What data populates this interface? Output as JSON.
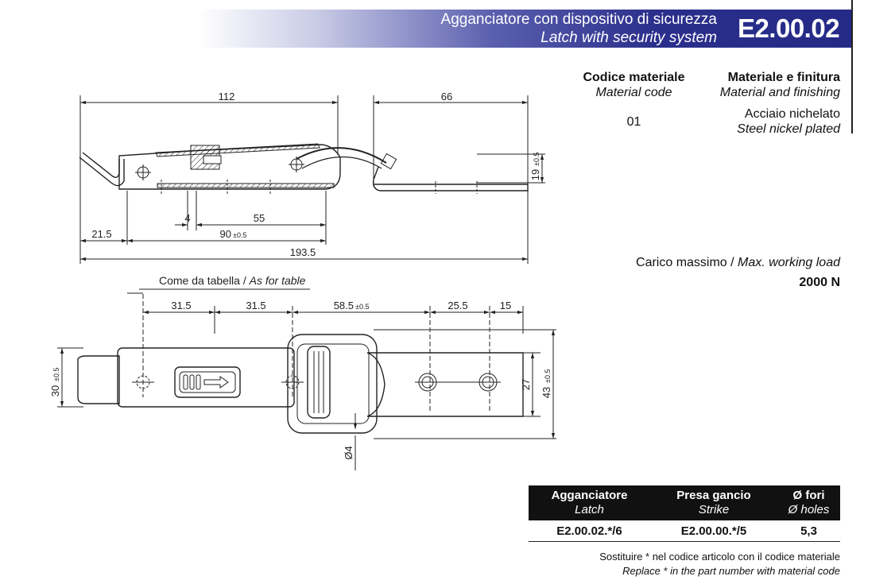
{
  "header": {
    "title_it": "Agganciatore con dispositivo di sicurezza",
    "title_en": "Latch with security system",
    "code": "E2.00.02"
  },
  "material": {
    "code_label_it": "Codice materiale",
    "code_label_en": "Material code",
    "finish_label_it": "Materiale e finitura",
    "finish_label_en": "Material and finishing",
    "code_value": "01",
    "finish_value_it": "Acciaio nichelato",
    "finish_value_en": "Steel nickel plated"
  },
  "load": {
    "label_it": "Carico massimo /",
    "label_en": "Max. working load",
    "value": "2000 N"
  },
  "top_view": {
    "dim_112": "112",
    "dim_66": "66",
    "dim_19": "19",
    "tol_05": "±0.5",
    "dim_4": "4",
    "dim_55": "55",
    "dim_21_5": "21.5",
    "dim_90": "90",
    "dim_193_5": "193.5"
  },
  "front_view": {
    "note_it": "Come da tabella /",
    "note_en": "As for table",
    "dim_31_5_a": "31.5",
    "dim_31_5_b": "31.5",
    "dim_58_5": "58.5",
    "dim_25_5": "25.5",
    "dim_15": "15",
    "dim_30": "30",
    "dim_27": "27",
    "dim_43": "43",
    "dim_d4": "Ø4"
  },
  "table": {
    "headers": [
      {
        "it": "Agganciatore",
        "en": "Latch"
      },
      {
        "it": "Presa gancio",
        "en": "Strike"
      },
      {
        "it": "Ø fori",
        "en": "Ø holes"
      }
    ],
    "row": [
      "E2.00.02.*/6",
      "E2.00.00.*/5",
      "5,3"
    ]
  },
  "footnote": {
    "it": "Sostituire * nel codice articolo con il codice materiale",
    "en": "Replace * in the part number with material code"
  }
}
